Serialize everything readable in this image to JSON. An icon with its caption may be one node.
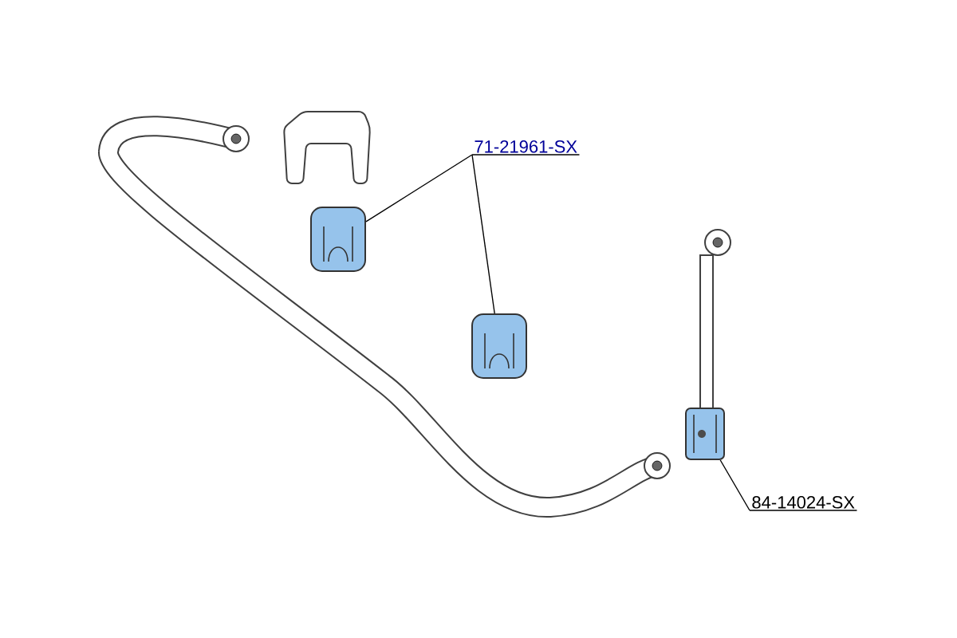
{
  "diagram": {
    "nodes": [
      {
        "text": [
          "71-21961-SX"
        ]
      },
      {
        "text": [],
        "shape": "picture"
      },
      {
        "text": [],
        "shape": "picture"
      },
      {
        "text": [],
        "shape": "picture"
      },
      {
        "text": [
          "84-14024-SX"
        ]
      }
    ],
    "edges": [
      {
        "from": 0,
        "to": 1,
        "arrow": "none"
      },
      {
        "from": 0,
        "to": 2,
        "arrow": "none"
      },
      {
        "from": 4,
        "to": 3,
        "arrow": "none"
      }
    ]
  }
}
